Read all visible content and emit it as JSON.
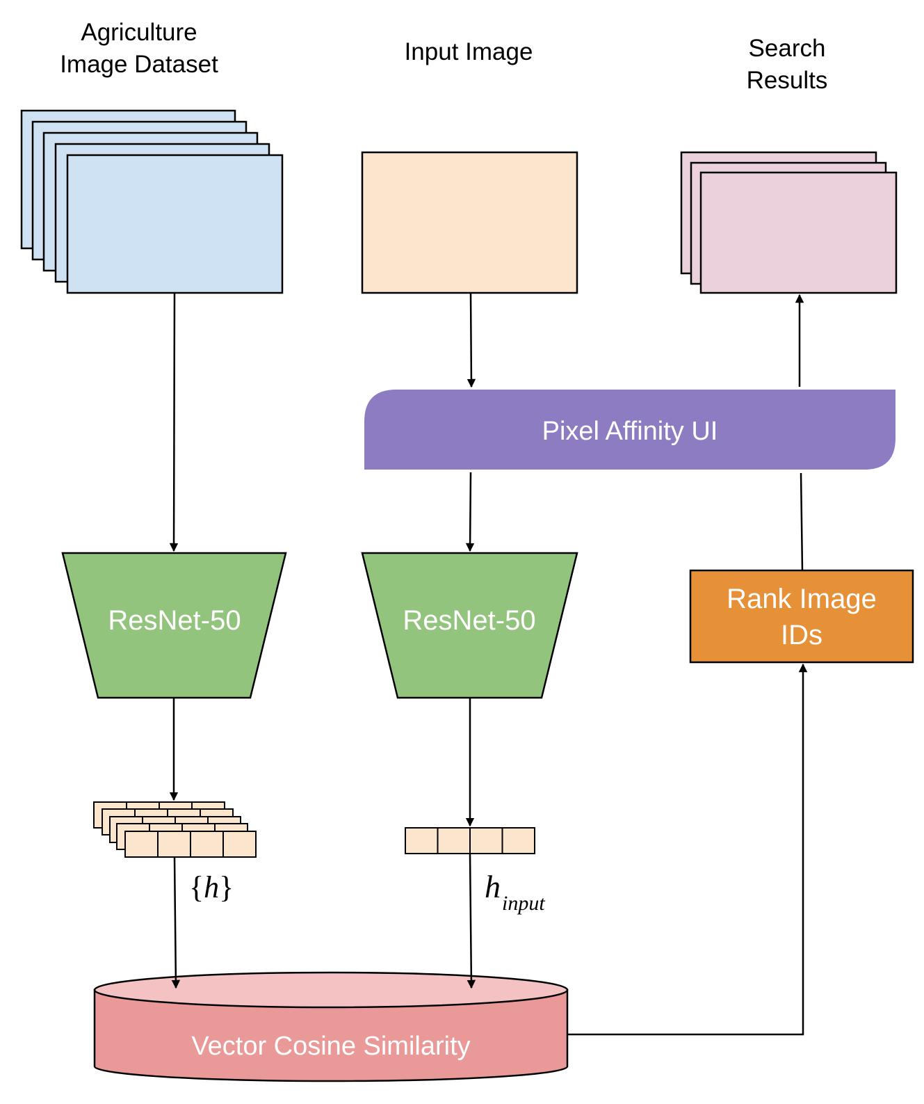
{
  "headers": {
    "dataset_line1": "Agriculture",
    "dataset_line2": "Image Dataset",
    "input": "Input Image",
    "results_line1": "Search",
    "results_line2": "Results"
  },
  "nodes": {
    "pixel_affinity": "Pixel Affinity UI",
    "resnet_left": "ResNet-50",
    "resnet_right": "ResNet-50",
    "rank_line1": "Rank Image",
    "rank_line2": "IDs",
    "similarity": "Vector Cosine Similarity"
  },
  "math": {
    "h_set_open": "{",
    "h_set_var": "h",
    "h_set_close": "}",
    "h_input_var": "h",
    "h_input_sub": "input"
  },
  "colors": {
    "dataset_fill": "#cfe2f3",
    "input_fill": "#fce5cd",
    "results_fill": "#ead1dc",
    "pixel_affinity_fill": "#8e7cc3",
    "resnet_fill": "#93c47d",
    "rank_fill": "#e69138",
    "vector_fill": "#fce5cd",
    "similarity_fill": "#ea9999",
    "similarity_top": "#f4c2c2"
  }
}
